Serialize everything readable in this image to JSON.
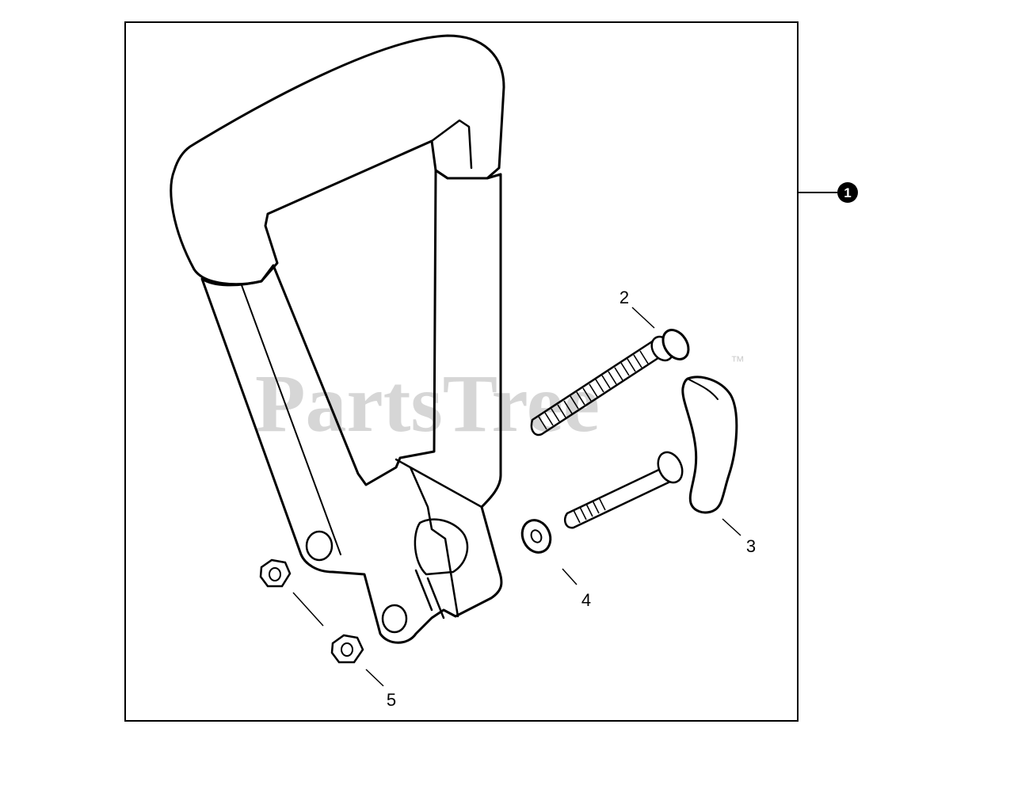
{
  "watermark": {
    "text": "PartsTree",
    "tm": "™"
  },
  "assembly_badge": {
    "label": "1"
  },
  "callouts": [
    {
      "id": "bolt",
      "label": "2"
    },
    {
      "id": "t-knob",
      "label": "3"
    },
    {
      "id": "washer",
      "label": "4"
    },
    {
      "id": "nut",
      "label": "5"
    }
  ]
}
